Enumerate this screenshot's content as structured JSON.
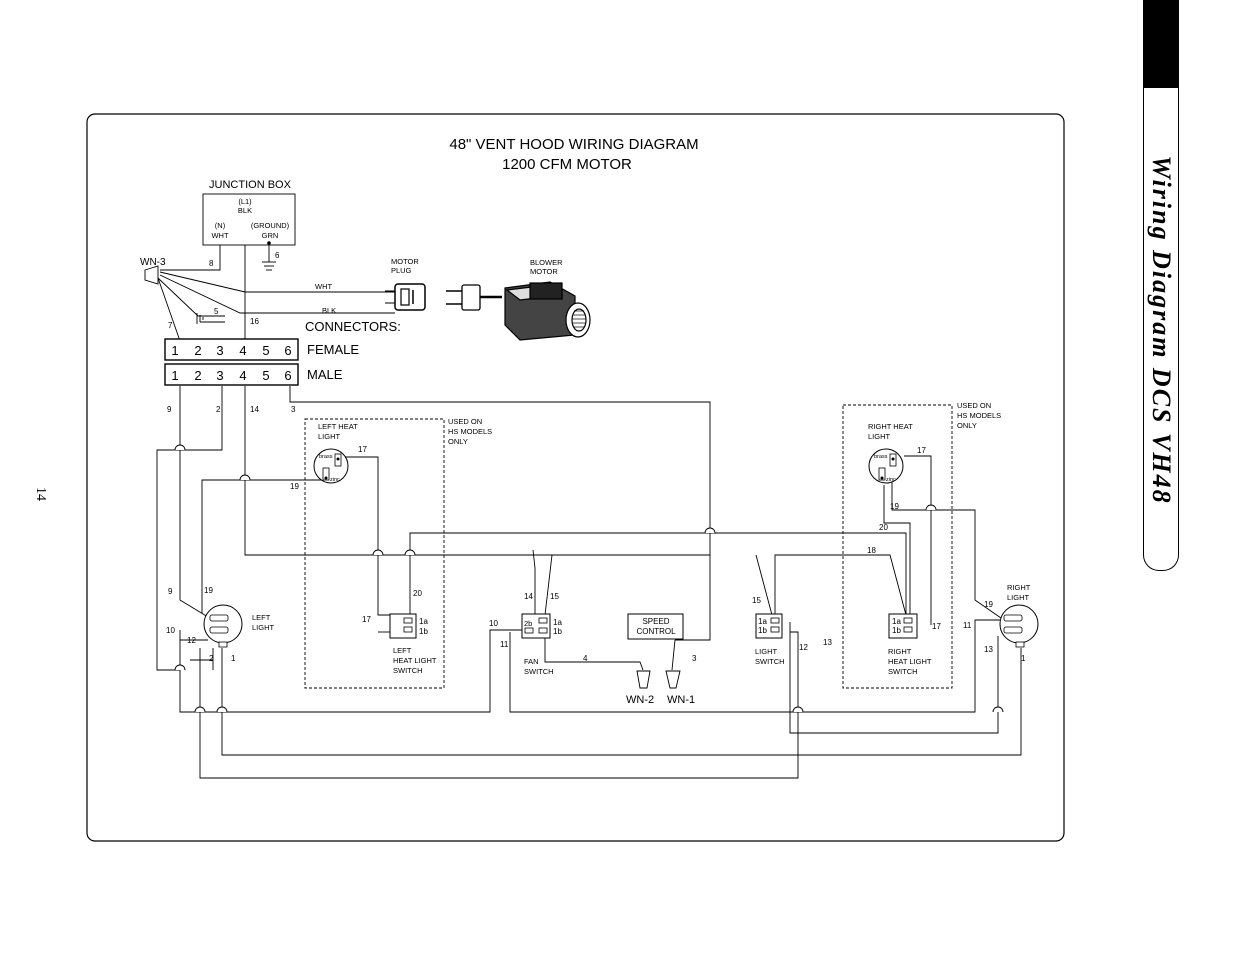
{
  "page": {
    "side_title": "Wiring Diagram DCS VH48",
    "page_number": "14"
  },
  "diagram": {
    "title": "48\"  VENT HOOD WIRING DIAGRAM",
    "subtitle": "1200 CFM MOTOR",
    "junction_box": {
      "label": "JUNCTION BOX",
      "l1": "(L1)",
      "blk": "BLK",
      "n": "(N)",
      "wht": "WHT",
      "ground": "(GROUND)",
      "grn": "GRN"
    },
    "wire_nuts": {
      "wn3": "WN-3",
      "wn2": "WN-2",
      "wn1": "WN-1"
    },
    "motor_plug": [
      "MOTOR",
      "PLUG"
    ],
    "blower_motor": [
      "BLOWER",
      "MOTOR"
    ],
    "wire_colors": {
      "wht": "WHT",
      "blk": "BLK"
    },
    "connectors": {
      "label": "CONNECTORS:",
      "female": "FEMALE",
      "male": "MALE",
      "pins": [
        "1",
        "2",
        "3",
        "4",
        "5",
        "6"
      ]
    },
    "hs_note": [
      "USED ON",
      "HS MODELS",
      "ONLY"
    ],
    "left_heat_light": [
      "LEFT  HEAT",
      "LIGHT"
    ],
    "right_heat_light": [
      "RIGHT  HEAT",
      "LIGHT"
    ],
    "left_light": [
      "LEFT",
      "LIGHT"
    ],
    "right_light": [
      "RIGHT",
      "LIGHT"
    ],
    "left_heat_light_switch": [
      "LEFT",
      "HEAT  LIGHT",
      "SWITCH"
    ],
    "right_heat_light_switch": [
      "RIGHT",
      "HEAT  LIGHT",
      "SWITCH"
    ],
    "fan_switch": [
      "FAN",
      "SWITCH"
    ],
    "light_switch": [
      "LIGHT",
      "SWITCH"
    ],
    "speed_control": [
      "SPEED",
      "CONTROL"
    ],
    "terminals": {
      "brass": "brass",
      "zinc": "zinc",
      "t1a": "1a",
      "t1b": "1b",
      "t2b": "2b"
    },
    "wire_numbers": {
      "w8": "8",
      "w6": "6",
      "w7": "7",
      "w5": "5",
      "w16": "16",
      "w9": "9",
      "w2": "2",
      "w14": "14",
      "w3": "3",
      "w17": "17",
      "w19": "19",
      "w20": "20",
      "w15": "15",
      "w10": "10",
      "w11": "11",
      "w12": "12",
      "w1": "1",
      "w4": "4",
      "w13": "13",
      "w18": "18"
    }
  }
}
